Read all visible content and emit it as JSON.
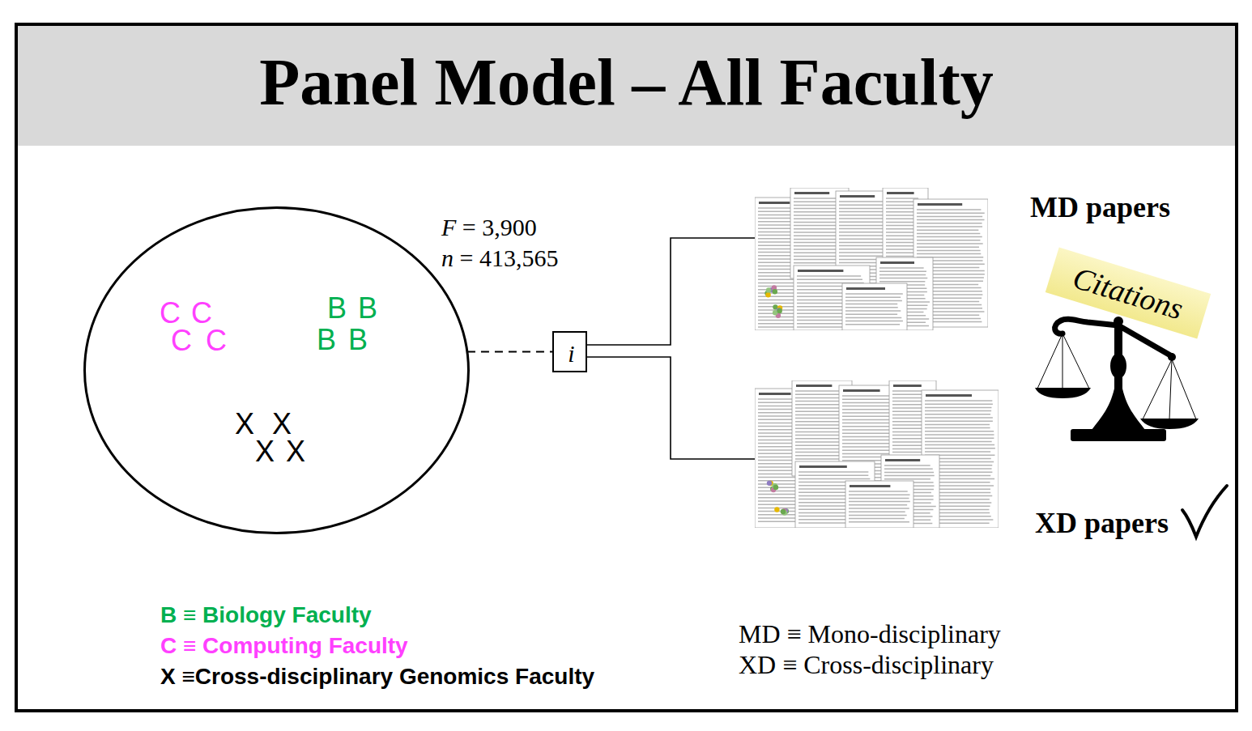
{
  "diagram": {
    "title": "Panel Model – All Faculty",
    "nodes": [
      {
        "text": [
          "C",
          "C",
          "C",
          "C",
          "B",
          "B",
          "B",
          "B",
          "X",
          "X",
          "X",
          "X"
        ]
      },
      {
        "text": [
          "i"
        ]
      },
      {
        "text": [
          "MD papers"
        ]
      },
      {
        "text": [
          "XD papers"
        ]
      }
    ],
    "edges": [
      {
        "from": 0,
        "to": 1,
        "arrow": "none"
      },
      {
        "from": 1,
        "to": 2,
        "arrow": "none"
      },
      {
        "from": 1,
        "to": 3,
        "arrow": "none"
      }
    ],
    "labels": [
      "F = 3,900",
      "n = 413,565",
      "Citations",
      "MD ≡ Mono-disciplinary",
      "XD ≡ Cross-disciplinary"
    ],
    "legend": [
      {
        "text": "B ≡ Biology Faculty",
        "color": "#00b050"
      },
      {
        "text": "C ≡ Computing Faculty",
        "color": "#ff40ff"
      },
      {
        "text": "X ≡Cross-disciplinary Genomics Faculty",
        "color": "#000000"
      }
    ]
  }
}
